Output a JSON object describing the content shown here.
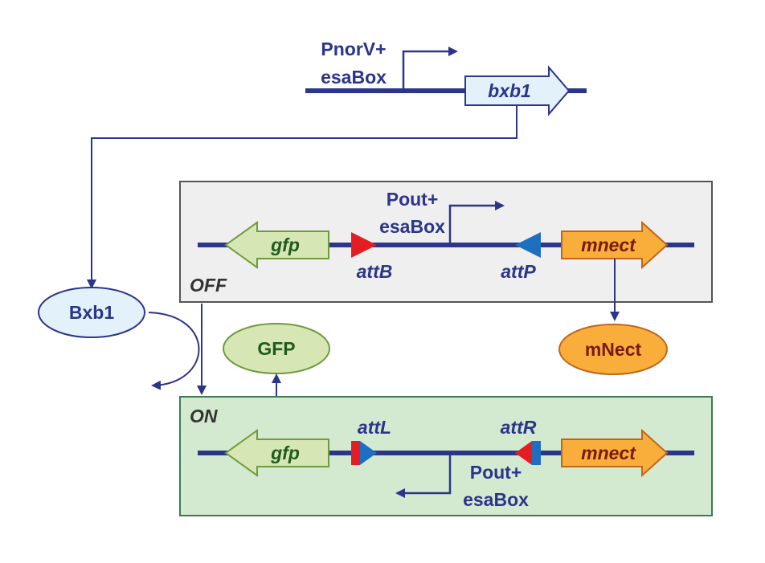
{
  "colors": {
    "dna": "#2b3589",
    "text_blue": "#2b3589",
    "text_dark": "#333333",
    "gfp_fill": "#d6e6b4",
    "gfp_stroke": "#6f9a3e",
    "gfp_text": "#1f5a1f",
    "mnect_fill": "#f9ae3c",
    "mnect_stroke": "#c0661a",
    "mnect_text": "#7a1a10",
    "bxb1_fill": "#e3f1fb",
    "bxb1_stroke": "#2b3589",
    "off_box_fill": "#efefef",
    "off_box_stroke": "#555555",
    "on_box_fill": "#d3ead0",
    "on_box_stroke": "#3f7a55",
    "attb_red": "#e41d24",
    "attp_blue": "#1f6fc0"
  },
  "top_construct": {
    "promoter_line1": "PnorV+",
    "promoter_line2": "esaBox",
    "gene": "bxb1"
  },
  "proteins": {
    "bxb1": "Bxb1",
    "gfp": "GFP",
    "mnect": "mNect"
  },
  "off_state": {
    "state_label": "OFF",
    "gene_left": "gfp",
    "site_left": "attB",
    "promoter_line1": "Pout+",
    "promoter_line2": "esaBox",
    "site_right": "attP",
    "gene_right": "mnect"
  },
  "on_state": {
    "state_label": "ON",
    "gene_left": "gfp",
    "site_left": "attL",
    "promoter_line1": "Pout+",
    "promoter_line2": "esaBox",
    "site_right": "attR",
    "gene_right": "mnect"
  },
  "icons": {
    "promoter": "bent-arrow-icon",
    "recombination": "curved-arrow-icon"
  }
}
